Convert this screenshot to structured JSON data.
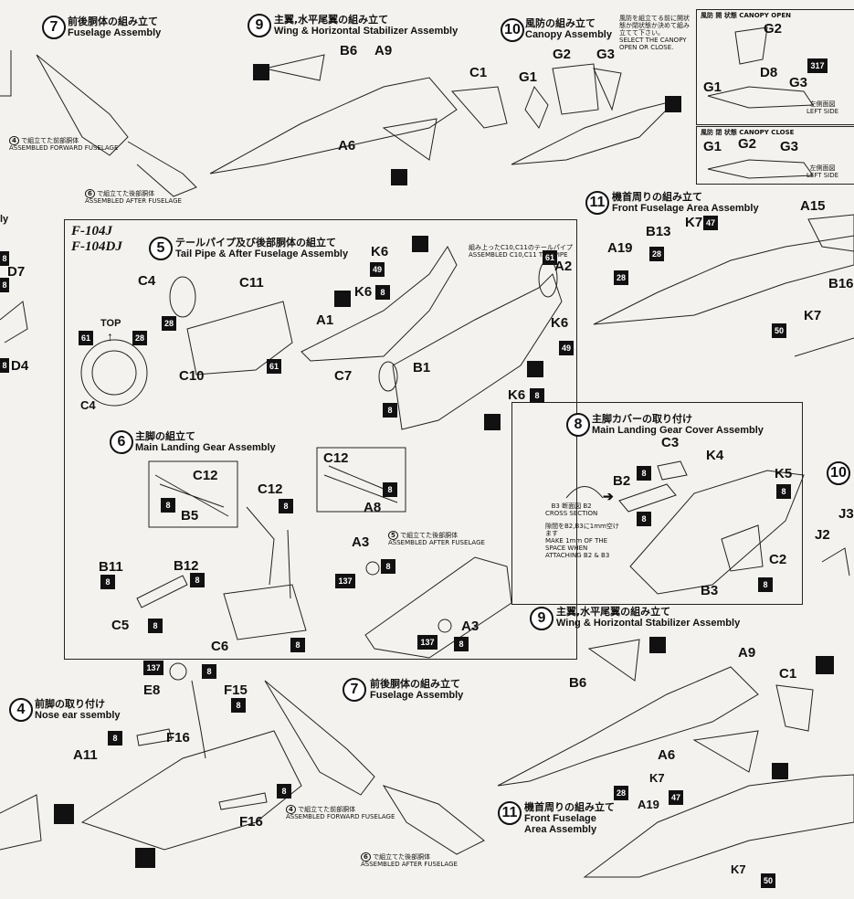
{
  "steps": {
    "s7_top": {
      "num": "7",
      "jp": "前後胴体の組み立て",
      "en": "Fuselage Assembly"
    },
    "s9_top": {
      "num": "9",
      "jp": "主翼,水平尾翼の組み立て",
      "en": "Wing & Horizontal Stabilizer Assembly"
    },
    "s10_top": {
      "num": "10",
      "jp": "風防の組み立て",
      "en": "Canopy Assembly"
    },
    "s11_top": {
      "num": "11",
      "jp": "機首周りの組み立て",
      "en": "Front Fuselage Area Assembly"
    },
    "s5": {
      "num": "5",
      "jp": "テールパイプ及び後部胴体の組立て",
      "en": "Tail Pipe & After Fuselage Assembly"
    },
    "s6": {
      "num": "6",
      "jp": "主脚の組立て",
      "en": "Main Landing Gear Assembly"
    },
    "s8": {
      "num": "8",
      "jp": "主脚カバーの取り付け",
      "en": "Main Landing Gear Cover Assembly"
    },
    "s4": {
      "num": "4",
      "jp": "前脚の取り付け",
      "en": "Nose   ear  ssembly"
    },
    "s7_bot": {
      "num": "7",
      "jp": "前後胴体の組み立て",
      "en": "Fuselage Assembly"
    },
    "s9_bot": {
      "num": "9",
      "jp": "主翼,水平尾翼の組み立て",
      "en": "Wing & Horizontal Stabilizer Assembly"
    },
    "s11_bot": {
      "num": "11",
      "jp": "機首周りの組み立て",
      "en": "Front Fuselage Area Assembly"
    },
    "s10_edge": {
      "num": "10"
    }
  },
  "panel": {
    "model_a": "F-104J",
    "model_b": "F-104DJ"
  },
  "canopy": {
    "note_jp": "風防を組立てる前に開状態か閉状態か決めて組み立てて下さい。",
    "note_en": "SELECT THE CANOPY OPEN OR CLOSE.",
    "open_title": "風防 開 状態  CANOPY OPEN",
    "close_title": "風防 閉 状態  CANOPY CLOSE",
    "left_side_jp": "左側面図",
    "left_side_en": "LEFT SIDE"
  },
  "notes": {
    "assembled_fwd_jp": "で組立てた前部胴体",
    "assembled_fwd_en": "ASSEMBLED FORWARD FUSELAGE",
    "assembled_aft_jp": "で組立てた後部胴体",
    "assembled_aft_en": "ASSEMBLED AFTER FUSELAGE",
    "assembled_aft_s5_jp": "で組立てた後部胴体",
    "assembled_aft_s5_en": "ASSEMBLED AFTER FUSELAGE",
    "tailpipe_jp": "組み上ったC10,C11のテールパイプ",
    "tailpipe_en": "ASSEMBLED C10,C11 TAIL PIPE",
    "top": "TOP",
    "cross_section_jp": "B3  断面図  B2",
    "cross_section_en": "CROSS SECTION",
    "space_jp": "隙間をB2,B3に1mm空けます",
    "space_en": "MAKE 1mm OF THE SPACE WHEN ATTACHING B2 & B3",
    "ref4": "4",
    "ref6": "6",
    "ref5": "5"
  },
  "parts": {
    "B6": "B6",
    "A9": "A9",
    "C1": "C1",
    "A6": "A6",
    "G1": "G1",
    "G2": "G2",
    "G3": "G3",
    "D8": "D8",
    "p317": "317",
    "A15": "A15",
    "B16": "B16",
    "B13": "B13",
    "K7": "K7",
    "A19": "A19",
    "D7": "D7",
    "D4": "D4",
    "C4": "C4",
    "C11": "C11",
    "C10": "C10",
    "K6": "K6",
    "A1": "A1",
    "A2": "A2",
    "C7": "C7",
    "B1": "B1",
    "C12": "C12",
    "B5": "B5",
    "A8": "A8",
    "B11": "B11",
    "B12": "B12",
    "C5": "C5",
    "C6": "C6",
    "A3": "A3",
    "C3": "C3",
    "K4": "K4",
    "K5": "K5",
    "B2": "B2",
    "C2": "C2",
    "B3": "B3",
    "J2": "J2",
    "J3": "J3",
    "E8": "E8",
    "F15": "F15",
    "A11": "A11",
    "F16": "F16"
  },
  "paint": {
    "c8": "8",
    "c28": "28",
    "c47": "47",
    "c49": "49",
    "c50": "50",
    "c61": "61",
    "c137": "137"
  }
}
